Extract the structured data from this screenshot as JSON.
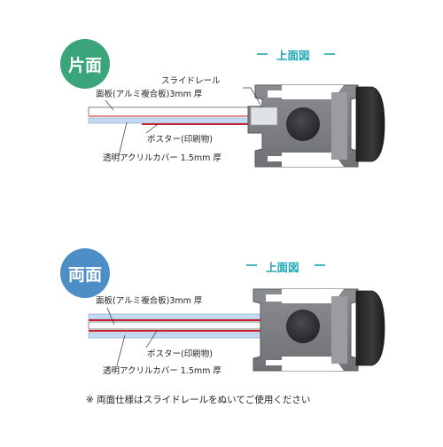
{
  "colors": {
    "single_badge": "#3aa57a",
    "double_badge": "#4d8ec7",
    "accent_teal": "#1aa7b5",
    "rail_gray": "#7d7f83",
    "knob_dark": "#2f2f31",
    "poster_red": "#c8202a",
    "acrylic_blue": "#b9d3ec"
  },
  "single": {
    "badge": "片面",
    "top_view": "上面図",
    "labels": {
      "slide_rail": "スライドレール",
      "panel": "面板(アルミ複合板)3mm 厚",
      "poster": "ポスター(印刷物)",
      "acrylic": "透明アクリルカバー 1.5mm 厚"
    }
  },
  "double": {
    "badge": "両面",
    "top_view": "上面図",
    "labels": {
      "panel": "面板(アルミ複合板)3mm 厚",
      "poster": "ポスター(印刷物)",
      "acrylic": "透明アクリルカバー 1.5mm 厚"
    }
  },
  "note": "※ 両面仕様はスライドレールをぬいてご使用ください"
}
